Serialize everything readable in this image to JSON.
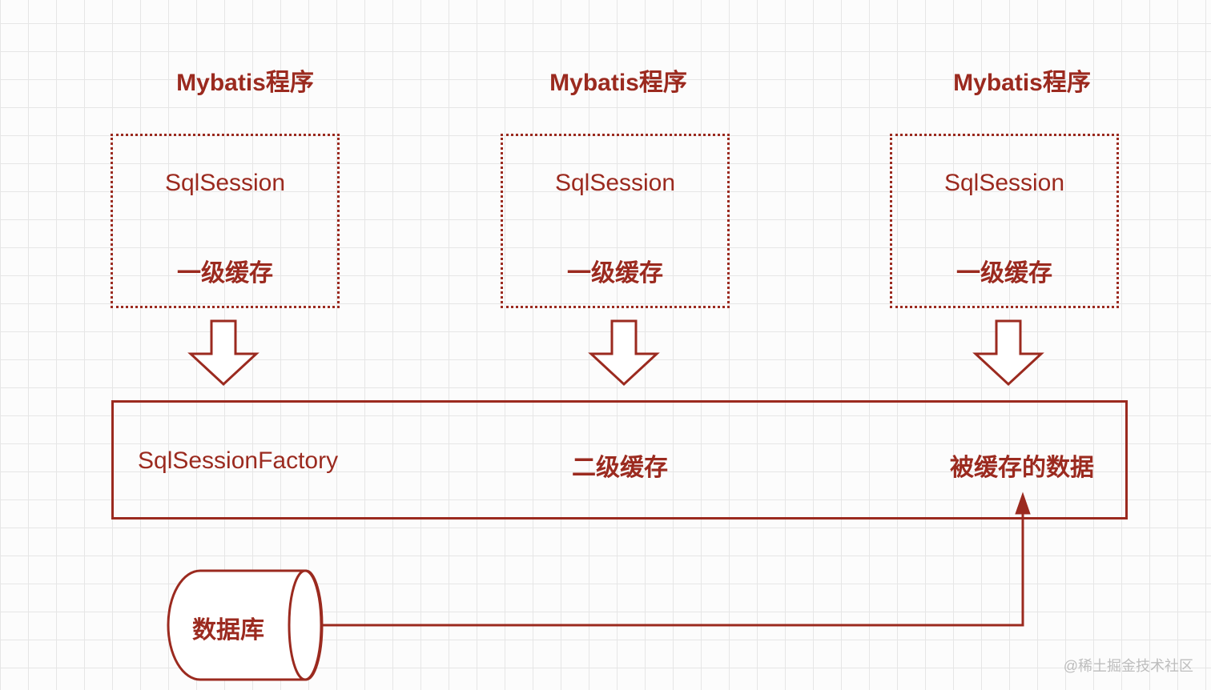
{
  "colors": {
    "stroke": "#9b2a1f",
    "grid": "#e6e6e6",
    "watermark": "#bdbdbd"
  },
  "programs": [
    {
      "title": "Mybatis程序",
      "session": "SqlSession",
      "cache": "一级缓存"
    },
    {
      "title": "Mybatis程序",
      "session": "SqlSession",
      "cache": "一级缓存"
    },
    {
      "title": "Mybatis程序",
      "session": "SqlSession",
      "cache": "一级缓存"
    }
  ],
  "factory": {
    "name": "SqlSessionFactory",
    "cache": "二级缓存",
    "cached_data": "被缓存的数据"
  },
  "database": {
    "label": "数据库"
  },
  "watermark": "@稀土掘金技术社区"
}
